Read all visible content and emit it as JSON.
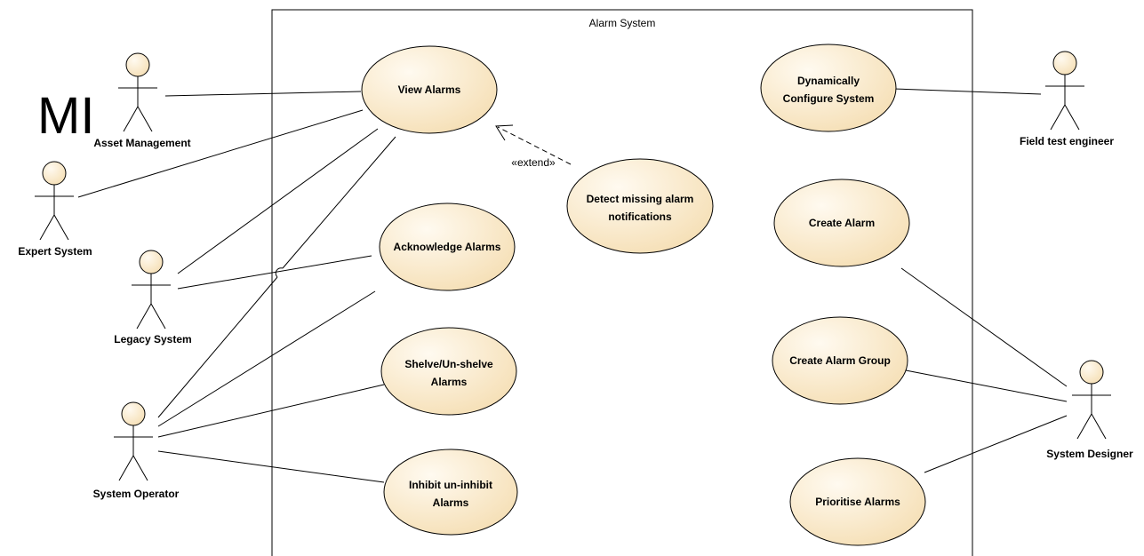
{
  "page_fragment": "MI",
  "system": {
    "title": "Alarm System"
  },
  "use_cases": {
    "view_alarms": [
      "View Alarms"
    ],
    "acknowledge_alarms": [
      "Acknowledge Alarms"
    ],
    "shelve_alarms": [
      "Shelve/Un-shelve",
      "Alarms"
    ],
    "inhibit_alarms": [
      "Inhibit un-inhibit",
      "Alarms"
    ],
    "detect_missing": [
      "Detect missing alarm",
      "notifications"
    ],
    "dynamically_configure": [
      "Dynamically",
      "Configure System"
    ],
    "create_alarm": [
      "Create Alarm"
    ],
    "create_alarm_group": [
      "Create Alarm Group"
    ],
    "prioritise_alarms": [
      "Prioritise Alarms"
    ]
  },
  "actors": {
    "asset_management": "Asset Management",
    "expert_system": "Expert System",
    "legacy_system": "Legacy System",
    "system_operator": "System Operator",
    "field_test_engineer": "Field test engineer",
    "system_designer": "System Designer"
  },
  "relationships": {
    "extend_label": "«extend»"
  },
  "colors": {
    "use_case_fill_light": "#fffaf0",
    "use_case_fill_dark": "#f5deb3",
    "line": "#000000"
  }
}
